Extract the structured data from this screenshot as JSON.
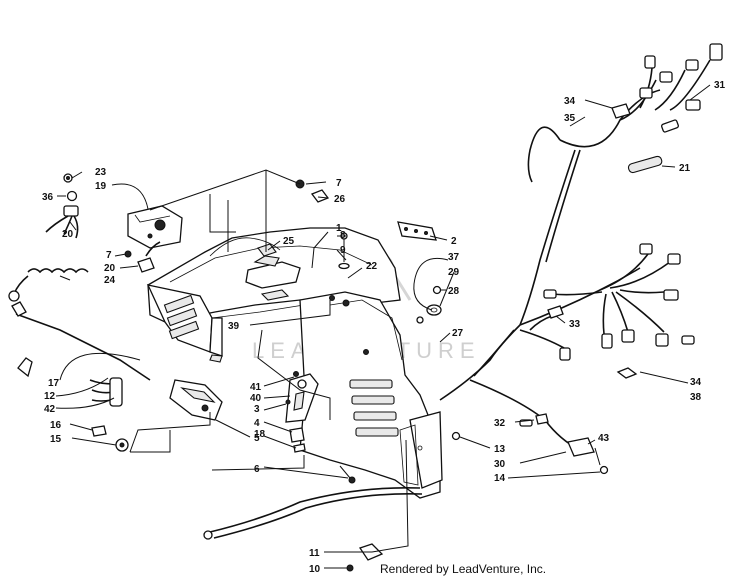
{
  "diagram": {
    "watermark": "LEADVENTURE",
    "credit": "Rendered by LeadVenture, Inc.",
    "callouts": {
      "c1": "1",
      "c2": "2",
      "c3": "3",
      "c4": "4",
      "c5": "5",
      "c6": "6",
      "c7a": "7",
      "c7b": "7",
      "c8": "8",
      "c9": "9",
      "c10": "10",
      "c11": "11",
      "c12": "12",
      "c13": "13",
      "c14": "14",
      "c15": "15",
      "c16": "16",
      "c17": "17",
      "c18": "18",
      "c19": "19",
      "c20a": "20",
      "c20b": "20",
      "c21": "21",
      "c22": "22",
      "c23": "23",
      "c24": "24",
      "c25": "25",
      "c26": "26",
      "c27": "27",
      "c28": "28",
      "c29": "29",
      "c30": "30",
      "c31": "31",
      "c32": "32",
      "c33": "33",
      "c34a": "34",
      "c34b": "34",
      "c35": "35",
      "c36": "36",
      "c37": "37",
      "c38": "38",
      "c39": "39",
      "c40": "40",
      "c41": "41",
      "c42": "42",
      "c43": "43"
    }
  }
}
